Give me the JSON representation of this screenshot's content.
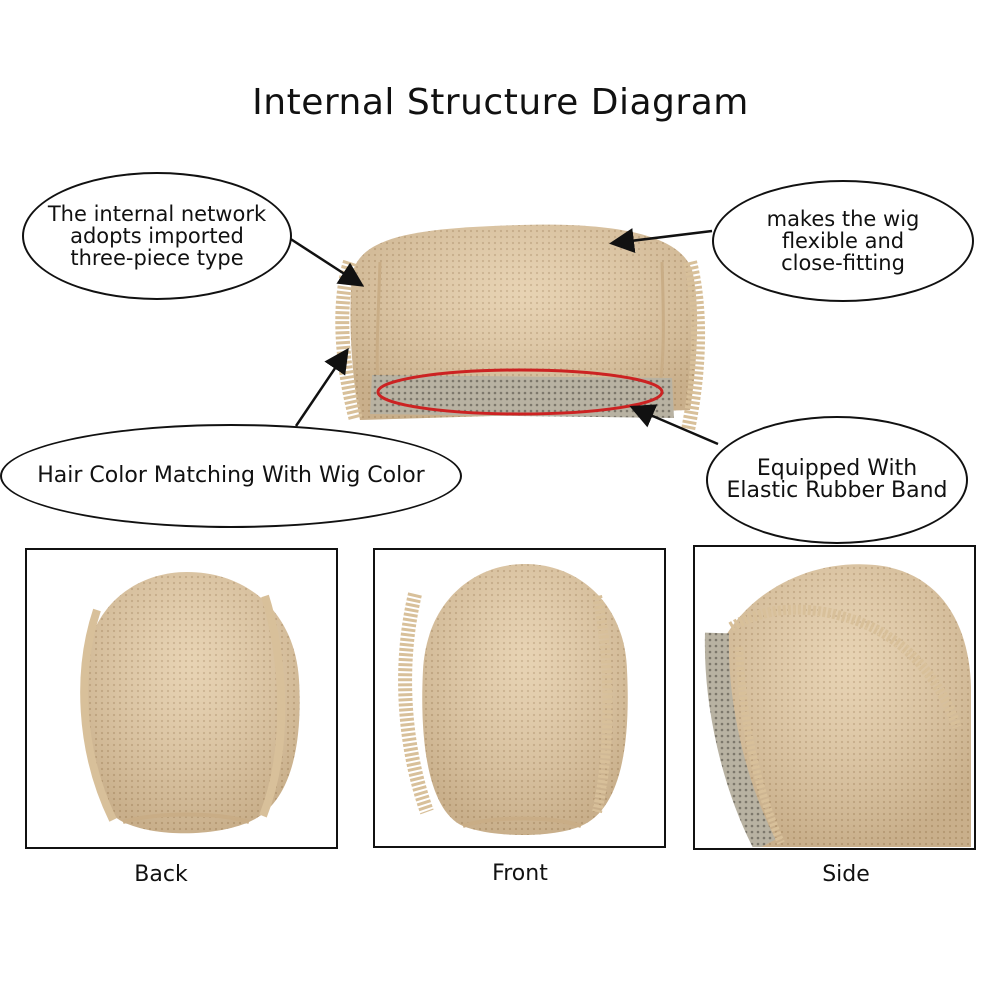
{
  "title": "Internal Structure Diagram",
  "callouts": {
    "network": "The internal network\nadopts imported\nthree-piece type",
    "flexible": "makes the wig\nflexible and\nclose-fitting",
    "hair_color": "Hair Color Matching With Wig Color",
    "elastic": "Equipped With\nElastic Rubber Band"
  },
  "views": {
    "back": "Back",
    "front": "Front",
    "side": "Side"
  },
  "colors": {
    "cap": "#e3cba6",
    "cap_shadow": "#c9ad86",
    "lace": "#d8c09a",
    "band": "#9d9889",
    "highlight": "#cc2222"
  }
}
